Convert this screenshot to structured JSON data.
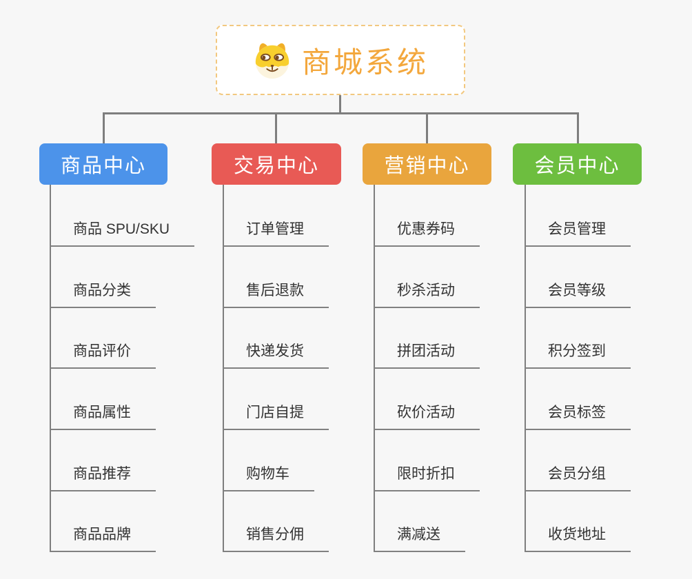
{
  "root": {
    "title": "商城系统",
    "icon": "doge-icon"
  },
  "columns": [
    {
      "label": "商品中心",
      "color": "#4c93ea",
      "items": [
        "商品 SPU/SKU",
        "商品分类",
        "商品评价",
        "商品属性",
        "商品推荐",
        "商品品牌"
      ]
    },
    {
      "label": "交易中心",
      "color": "#e85a55",
      "items": [
        "订单管理",
        "售后退款",
        "快递发货",
        "门店自提",
        "购物车",
        "销售分佣"
      ]
    },
    {
      "label": "营销中心",
      "color": "#e9a53d",
      "items": [
        "优惠券码",
        "秒杀活动",
        "拼团活动",
        "砍价活动",
        "限时折扣",
        "满减送"
      ]
    },
    {
      "label": "会员中心",
      "color": "#6dbe3f",
      "items": [
        "会员管理",
        "会员等级",
        "积分签到",
        "会员标签",
        "会员分组",
        "收货地址"
      ]
    }
  ],
  "colors": {
    "background": "#f7f7f7",
    "root_border": "#f2c87f",
    "root_title": "#f3a73c",
    "connector": "#7e7e7e",
    "leaf_text": "#333333",
    "leaf_underline": "#808080"
  }
}
